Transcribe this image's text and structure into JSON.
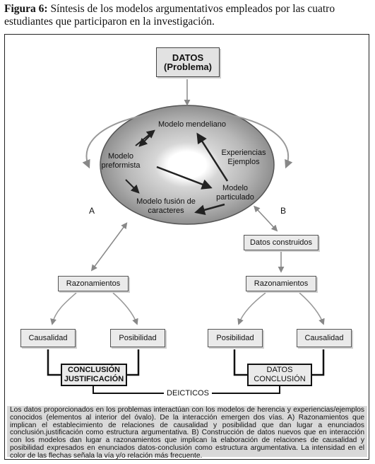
{
  "caption": {
    "prefix": "Figura 6:",
    "text": "Síntesis de los modelos argumentativos empleados por las cuatro estudiantes que participaron en la investigación."
  },
  "nodes": {
    "datos_title": "DATOS",
    "datos_sub": "(Problema)",
    "modelo_mendeliano": "Modelo mendeliano",
    "modelo_preformista_1": "Modelo",
    "modelo_preformista_2": "preformista",
    "experiencias_1": "Experiencias",
    "experiencias_2": "Ejemplos",
    "modelo_particulado_1": "Modelo",
    "modelo_particulado_2": "particulado",
    "modelo_fusion_1": "Modelo fusión de",
    "modelo_fusion_2": "caracteres",
    "label_a": "A",
    "label_b": "B",
    "datos_construidos": "Datos construidos",
    "razonamientos_left": "Razonamientos",
    "razonamientos_right": "Razonamientos",
    "causalidad_left": "Causalidad",
    "posibilidad_left": "Posibilidad",
    "posibilidad_right": "Posibilidad",
    "causalidad_right": "Causalidad",
    "conclusion_left_1": "CONCLUSIÓN",
    "conclusion_left_2": "JUSTIFICACIÓN",
    "conclusion_right_1": "DATOS",
    "conclusion_right_2": "CONCLUSIÓN",
    "deicticos": "DEICTICOS"
  },
  "note": "Los datos proporcionados en los problemas interactúan con los modelos de herencia y experiencias/ejemplos conocidos (elementos al interior del óvalo). De la interacción emergen dos vías. A) Razonamientos que implican el establecimiento de relaciones de causalidad y posibilidad que dan lugar a enunciados conclusión.justificación como estructura argumentativa. B) Construcción de datos nuevos que en interacción con los modelos dan lugar a razonamientos que implican la elaboración de relaciones de causalidad y posibilidad expresados en enunciados datos-conclusión como estructura argumentativa. La intensidad en el color de las flechas señala la vía y/o relación más frecuente.",
  "colors": {
    "oval_outer": "#9a9a9a",
    "oval_ring": "#c8c8c8",
    "box_fill": "#eaeaea",
    "note_fill": "#d9d9d9"
  }
}
